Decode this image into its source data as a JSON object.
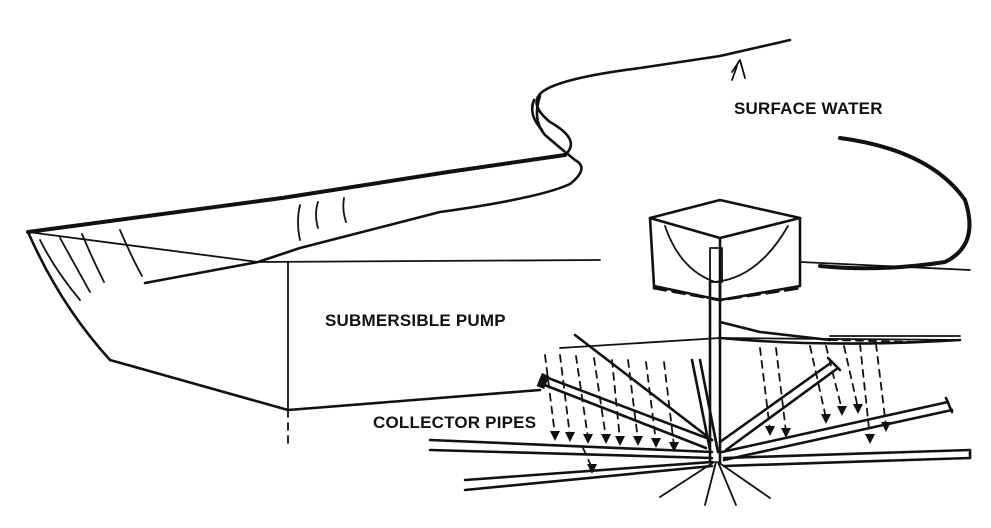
{
  "labels": {
    "surface_water": "SURFACE WATER",
    "submersible_pump": "SUBMERSIBLE PUMP",
    "collector_pipes": "COLLECTOR PIPES"
  },
  "colors": {
    "ink": "#111111",
    "background": "#ffffff"
  }
}
